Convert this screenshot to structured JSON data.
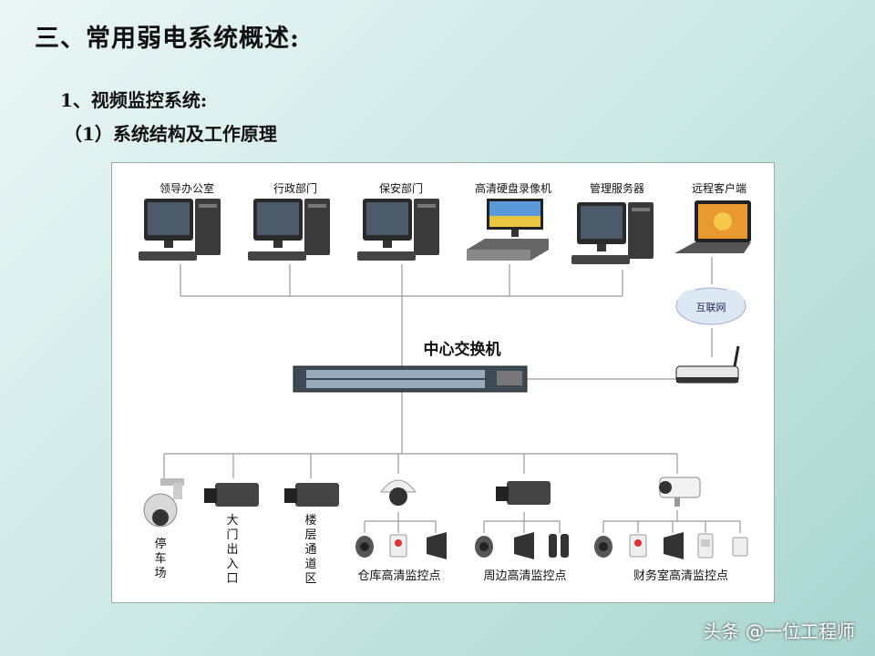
{
  "slide": {
    "title": "三、常用弱电系统概述:",
    "subtitle1": "1、视频监控系统:",
    "subtitle2": "（1）系统结构及工作原理"
  },
  "diagram": {
    "top_nodes": [
      "领导办公室",
      "行政部门",
      "保安部门",
      "高清硬盘录像机",
      "管理服务器",
      "远程客户端"
    ],
    "internet": "互联网",
    "switch_label": "中心交换机",
    "camera_labels": [
      "停车场",
      "大门出入口",
      "楼层通道区"
    ],
    "groups": [
      "仓库高清监控点",
      "周边高清监控点",
      "财务室高清监控点"
    ]
  },
  "watermark": "头条 @一位工程师"
}
